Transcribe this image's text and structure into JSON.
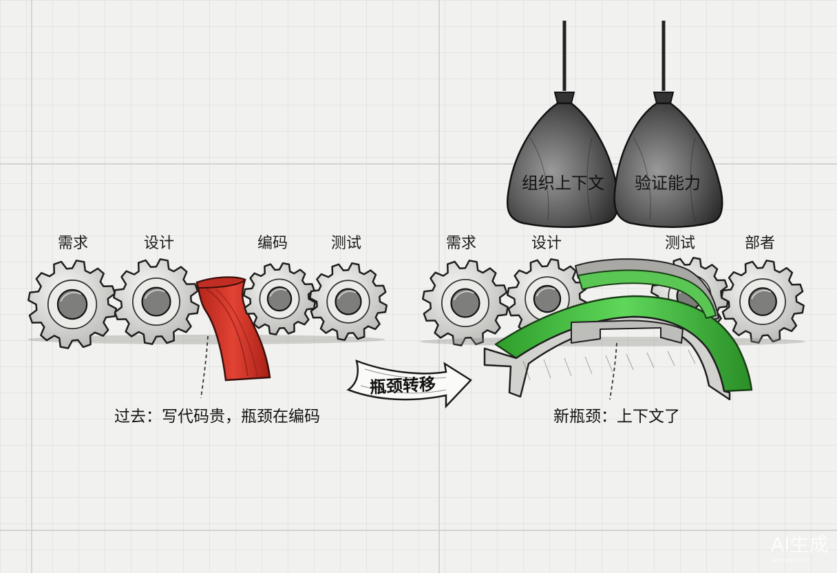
{
  "old_pipeline": {
    "stages": [
      "需求",
      "设计",
      "编码",
      "测试"
    ],
    "caption": "过去：写代码贵，瓶颈在编码",
    "bottleneck_color": "#d9382c"
  },
  "transition": {
    "label": "瓶颈转移"
  },
  "new_pipeline": {
    "stages": [
      "需求",
      "设计",
      "测试",
      "部者"
    ],
    "caption": "新瓶颈：上下文了",
    "bottleneck_color": "#43c23f"
  },
  "weights": [
    {
      "label": "组织上下文"
    },
    {
      "label": "验证能力"
    }
  ],
  "watermark": {
    "text": "AI生成",
    "sub": "WORKBUDDY"
  }
}
